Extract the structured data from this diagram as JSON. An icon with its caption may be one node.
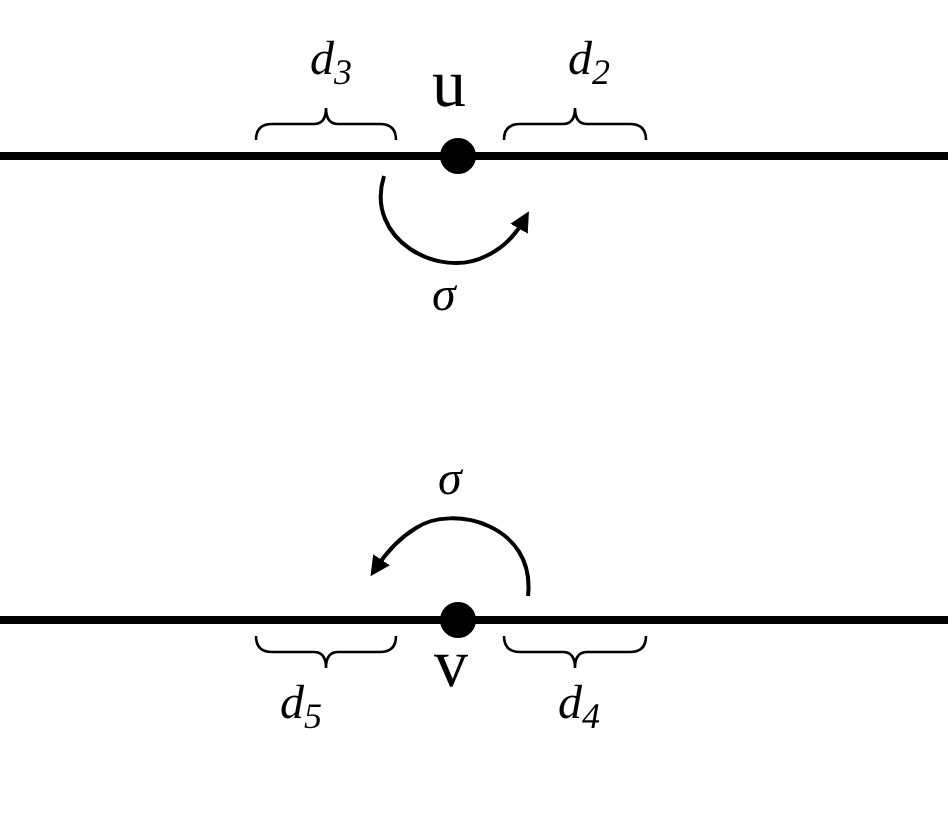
{
  "diagram": {
    "labels": [
      "d$_{3}$",
      "u",
      "d$_{2}$",
      "σ",
      "σ",
      "v",
      "d$_{5}$",
      "d$_{4}$"
    ]
  }
}
